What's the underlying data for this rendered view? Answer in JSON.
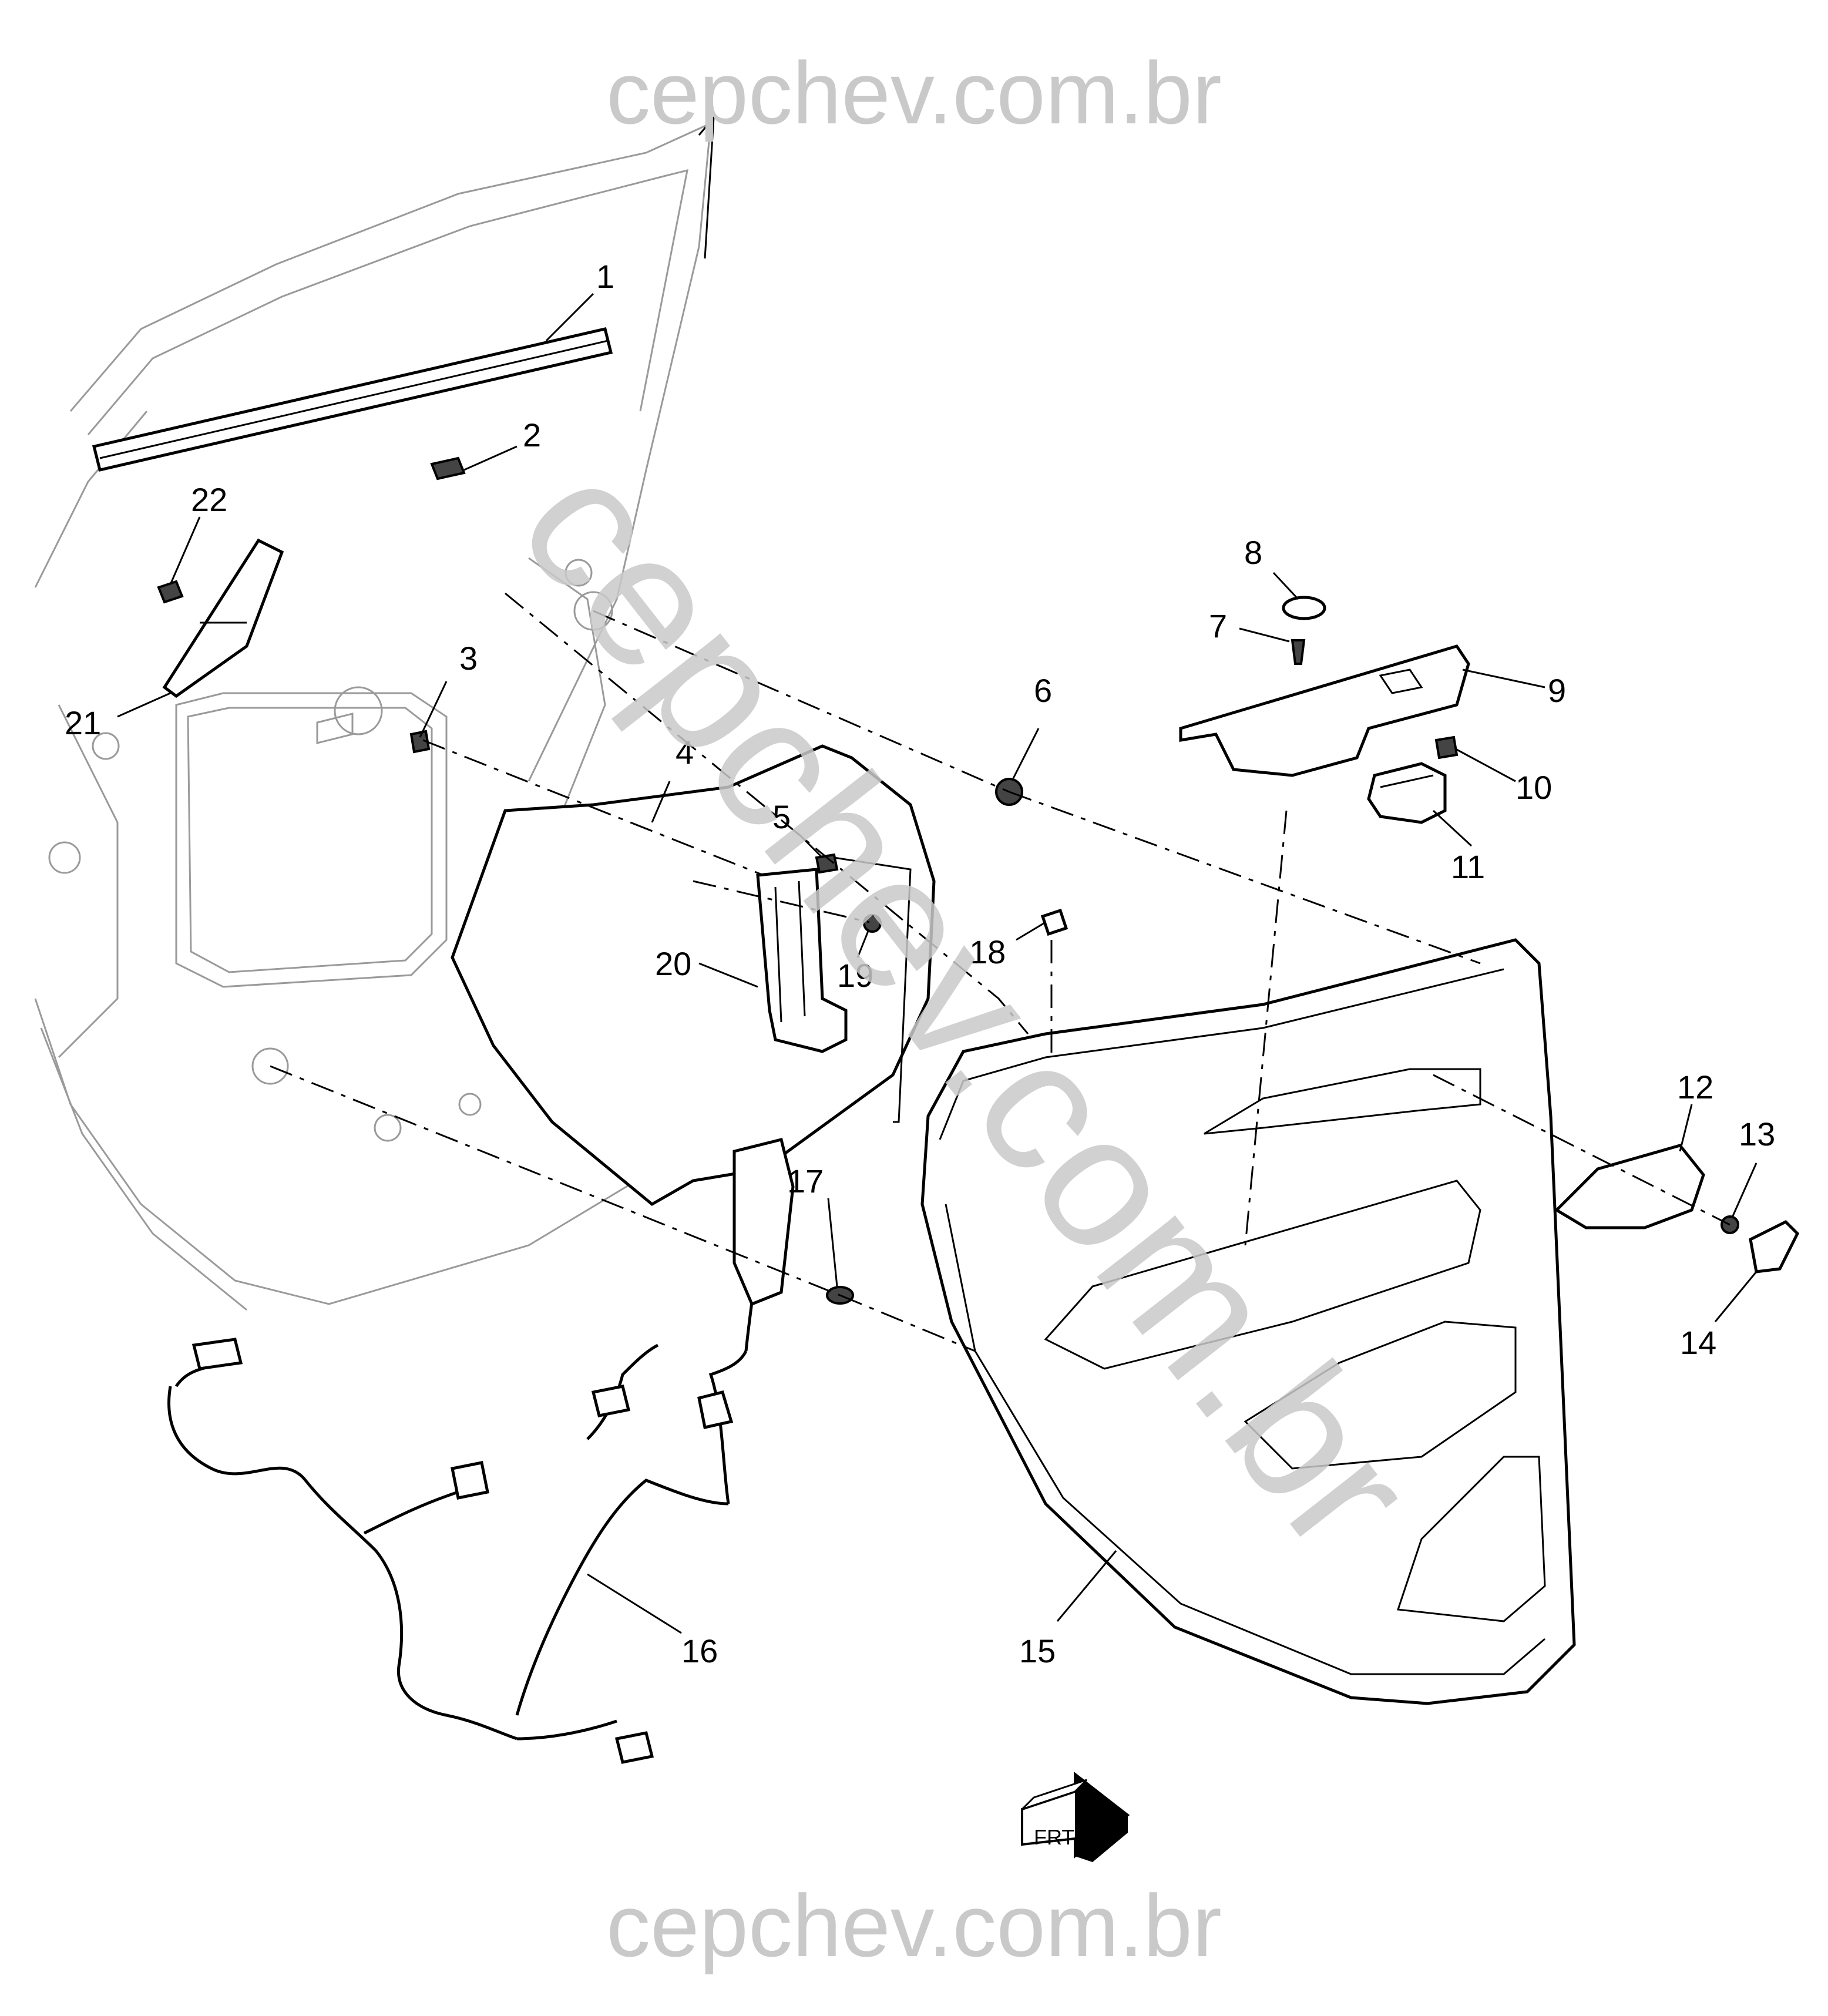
{
  "watermark": {
    "top": "cepchev.com.br",
    "diagonal": "cepchev.com.br",
    "bottom": "cepchev.com.br",
    "color": "#c9c9c9"
  },
  "callouts": [
    "1",
    "2",
    "3",
    "4",
    "5",
    "6",
    "7",
    "8",
    "9",
    "10",
    "11",
    "12",
    "13",
    "14",
    "15",
    "16",
    "17",
    "18",
    "19",
    "20",
    "21",
    "22"
  ],
  "direction_indicator": {
    "label": "FRT",
    "icon": "front-arrow-icon"
  }
}
